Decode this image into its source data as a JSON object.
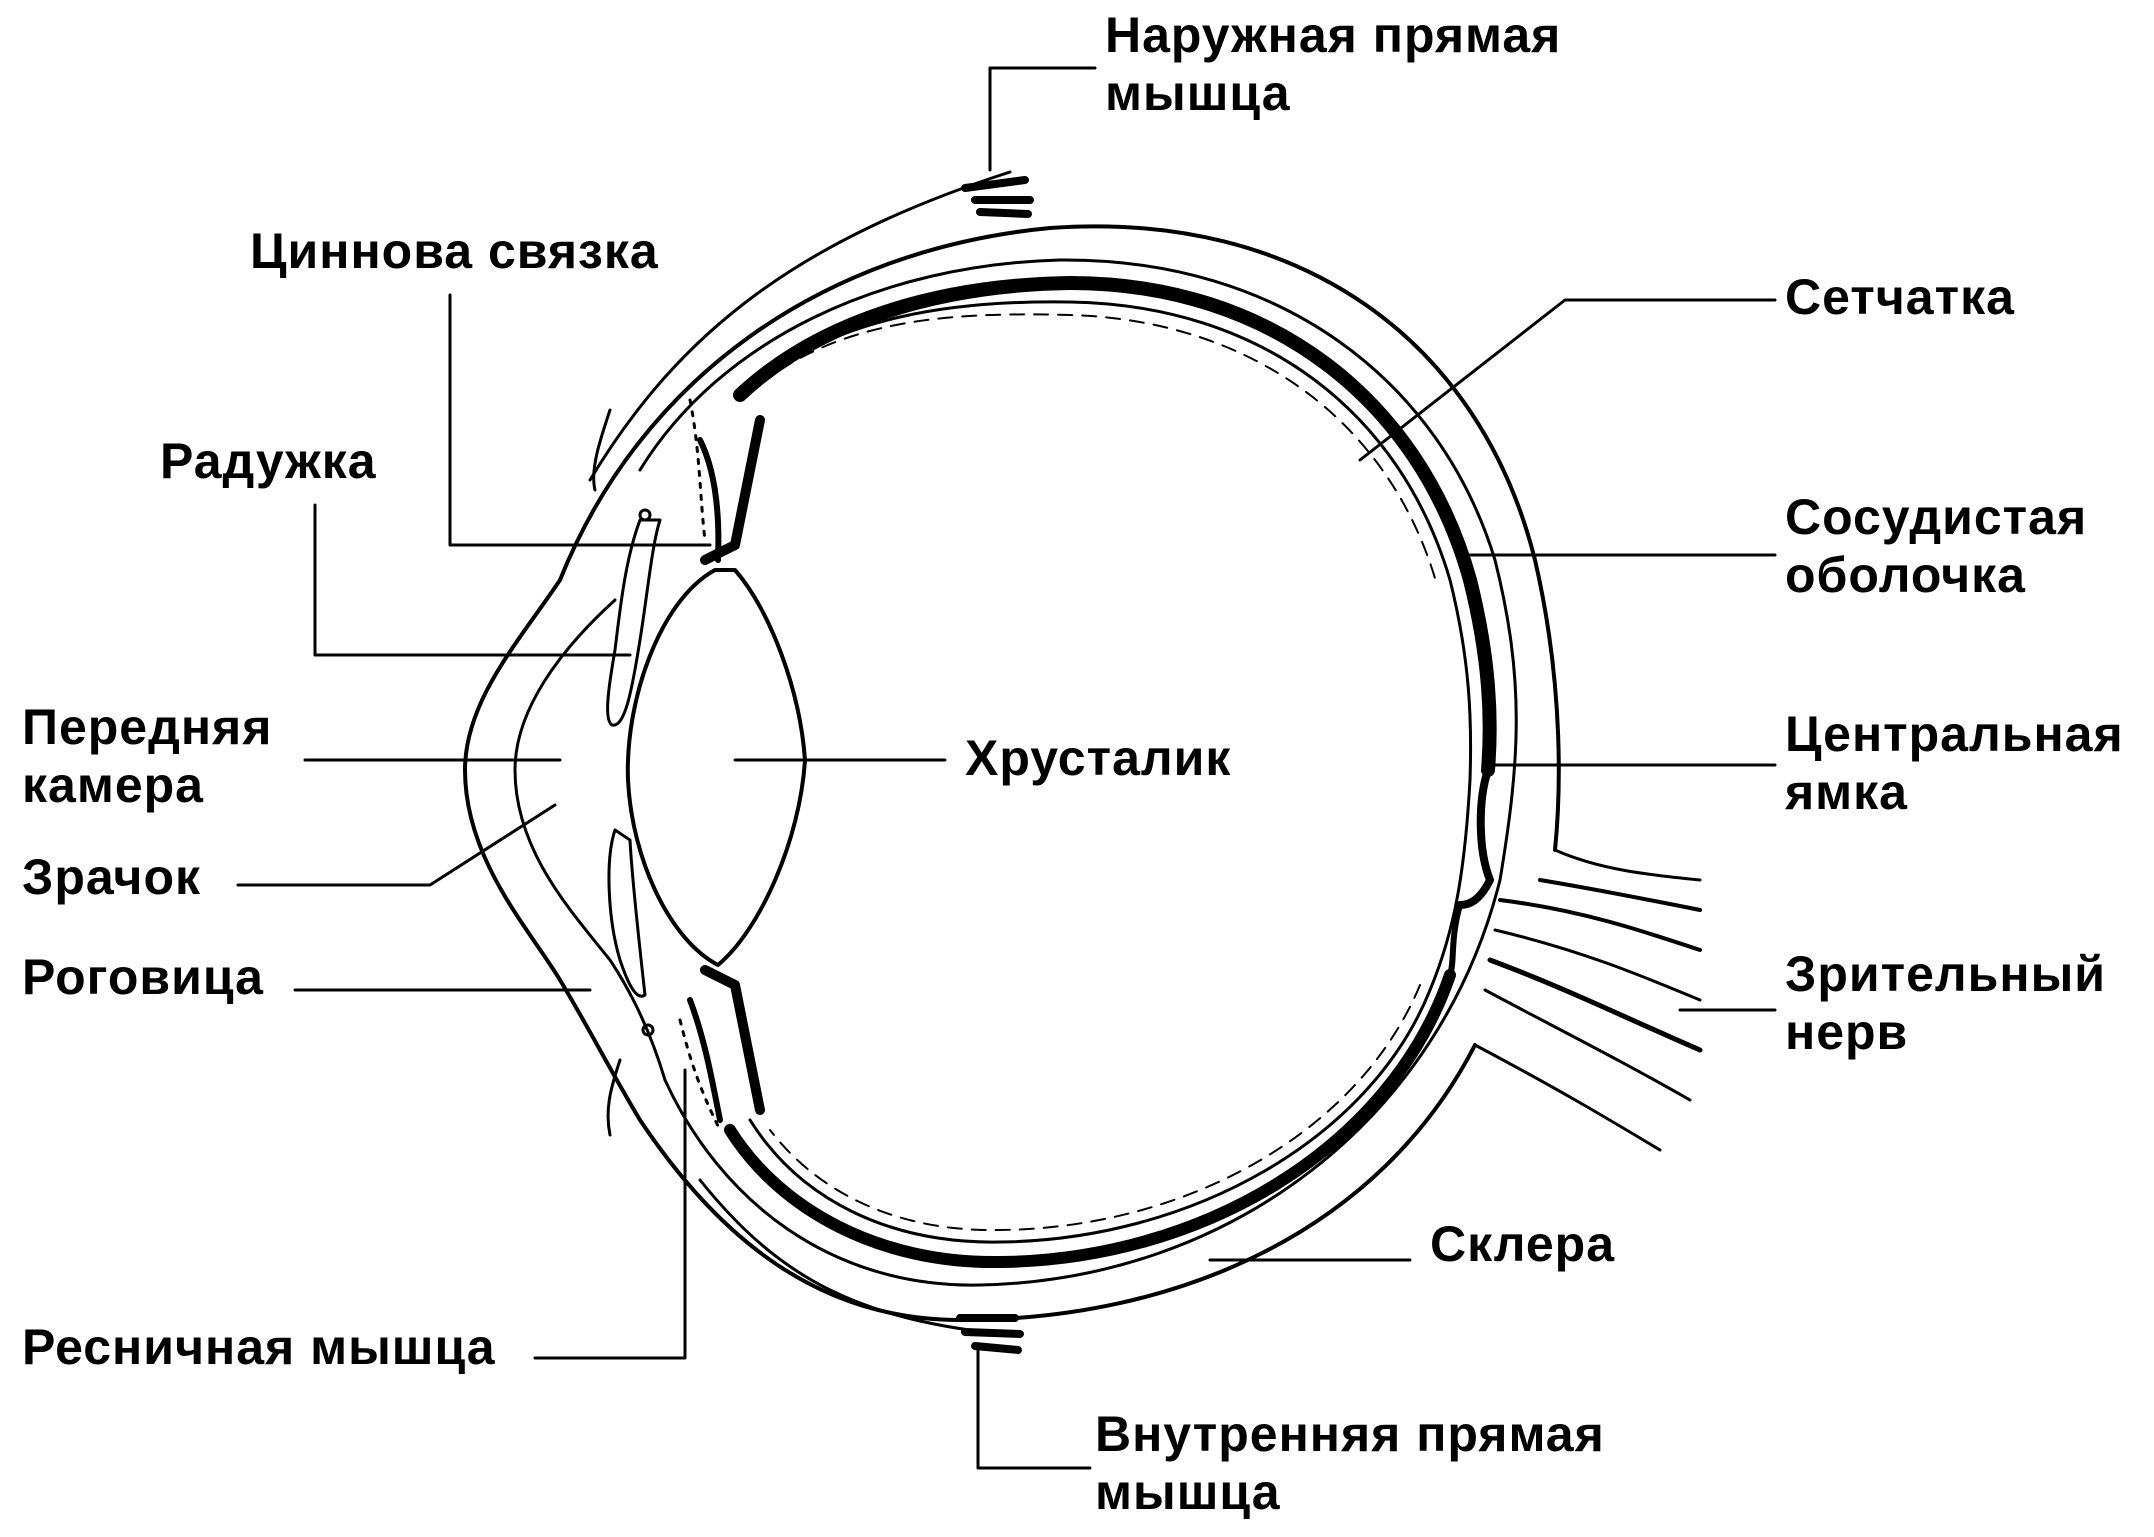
{
  "diagram": {
    "labels": {
      "outer_rectus": [
        "Наружная прямая",
        "мышца"
      ],
      "zinn_ligament": "Циннова связка",
      "retina": "Сетчатка",
      "iris": "Радужка",
      "choroid": [
        "Сосудистая",
        "оболочка"
      ],
      "anterior_chamber": [
        "Передняя",
        "камера"
      ],
      "lens": "Хрусталик",
      "fovea": [
        "Центральная",
        "ямка"
      ],
      "pupil": "Зрачок",
      "cornea": "Роговица",
      "optic_nerve": [
        "Зрительный",
        "нерв"
      ],
      "sclera": "Склера",
      "ciliary_muscle": "Ресничная мышца",
      "inner_rectus": [
        "Внутренняя прямая",
        "мышца"
      ]
    }
  }
}
